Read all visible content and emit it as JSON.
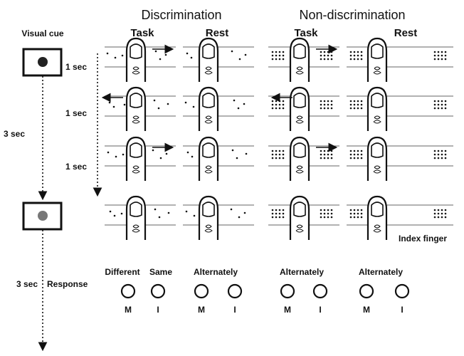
{
  "headers": {
    "discrimination": "Discrimination",
    "non_discrimination": "Non-discrimination",
    "task": "Task",
    "rest": "Rest"
  },
  "timeline": {
    "visual_cue": "Visual cue",
    "one_sec": "1 sec",
    "three_sec": "3 sec",
    "response": "Response"
  },
  "annotations": {
    "index_finger": "Index finger"
  },
  "responses": [
    {
      "label": "Different",
      "key": "M"
    },
    {
      "label": "Same",
      "key": "I"
    },
    {
      "label": "Alternately",
      "key": "M"
    },
    {
      "label": "",
      "key": "I"
    },
    {
      "label": "Alternately",
      "key": "M"
    },
    {
      "label": "",
      "key": "I"
    },
    {
      "label": "Alternately",
      "key": "M"
    },
    {
      "label": "",
      "key": "I"
    }
  ],
  "colors": {
    "ink": "#111111",
    "cue_dot_active": "#222222",
    "cue_dot_passive": "#777777"
  }
}
